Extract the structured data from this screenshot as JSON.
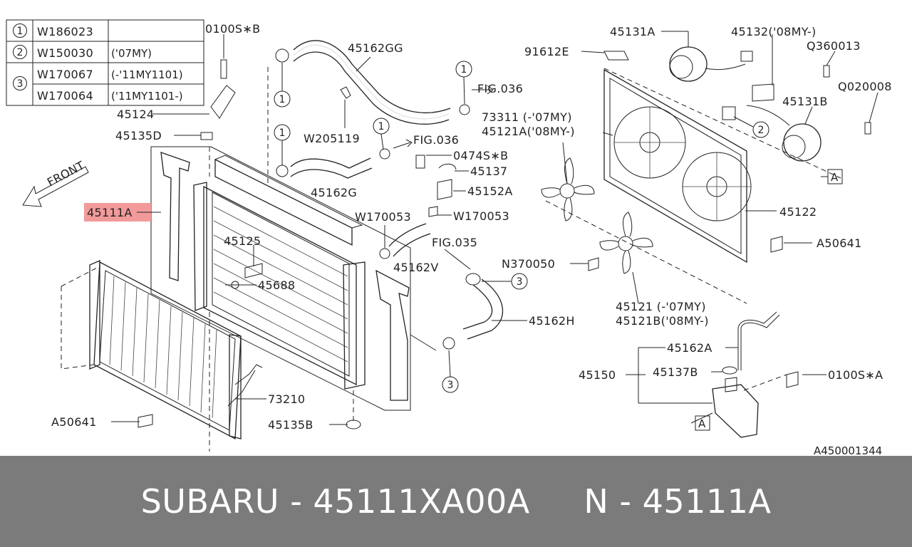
{
  "legend": {
    "rows": [
      {
        "key": "1",
        "code": "W186023",
        "note": ""
      },
      {
        "key": "2",
        "code": "W150030",
        "note": "('07MY)"
      },
      {
        "key": "3",
        "code": "W170067",
        "note": "(-'11MY1101)"
      },
      {
        "key": "",
        "code": "W170064",
        "note": "('11MY1101-)"
      }
    ]
  },
  "labels": {
    "l_0100sb": "0100S∗B",
    "l_45162gg": "45162GG",
    "l_45131a": "45131A",
    "l_45132": "45132('08MY-)",
    "l_91612e": "91612E",
    "l_q360013": "Q360013",
    "l_fig036a": "FIG.036",
    "l_q020008": "Q020008",
    "l_45124": "45124",
    "l_73311": "73311 (-'07MY)",
    "l_45121a": "45121A('08MY-)",
    "l_45131b": "45131B",
    "l_45135d": "45135D",
    "l_w205119": "W205119",
    "l_fig036b": "FIG.036",
    "l_0474sb": "0474S∗B",
    "l_front": "FRONT",
    "l_45137": "45137",
    "l_a_ref1": "A",
    "l_45162g": "45162G",
    "l_45152a": "45152A",
    "l_45111a": "45111A",
    "l_w170053a": "W170053",
    "l_w170053b": "W170053",
    "l_45122": "45122",
    "l_45125": "45125",
    "l_fig035": "FIG.035",
    "l_a50641a": "A50641",
    "l_n370050": "N370050",
    "l_45162v": "45162V",
    "l_45688": "45688",
    "l_45121": "45121 (-'07MY)",
    "l_45121b": "45121B('08MY-)",
    "l_45162h": "45162H",
    "l_45162a": "45162A",
    "l_45150": "45150",
    "l_45137b": "45137B",
    "l_0100sa": "0100S∗A",
    "l_73210": "73210",
    "l_a_ref2": "A",
    "l_a50641b": "A50641",
    "l_45135b": "45135B",
    "l_docid": "A450001344"
  },
  "callouts": {
    "c1a": "1",
    "c1b": "1",
    "c1c": "1",
    "c1d": "1",
    "c2": "2",
    "c3a": "3",
    "c3b": "3"
  },
  "footer": {
    "text": "SUBARU - 45111XA00A     N - 45111A"
  },
  "colors": {
    "highlight": "#f29a9a",
    "footer_bg": "#7b7b7b",
    "footer_text": "#ffffff",
    "line": "#222222"
  }
}
